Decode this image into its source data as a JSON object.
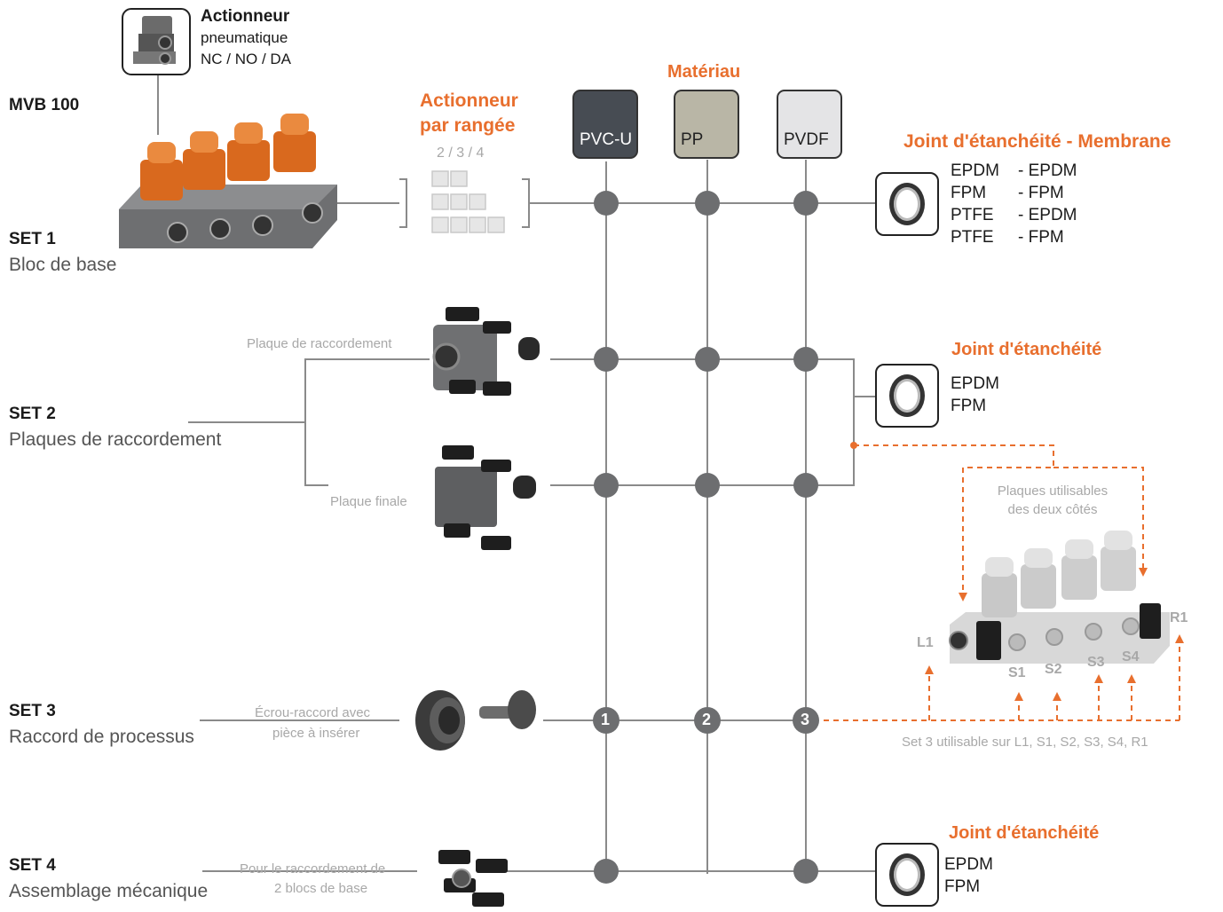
{
  "header": {
    "product": "MVB 100",
    "actuator_title": "Actionneur",
    "actuator_sub1": "pneumatique",
    "actuator_sub2": "NC / NO / DA"
  },
  "actuator_row": {
    "title_line1": "Actionneur",
    "title_line2": "par rangée",
    "counts": "2 / 3 / 4"
  },
  "material": {
    "title": "Matériau",
    "options": [
      "PVC-U",
      "PP",
      "PVDF"
    ],
    "colors": [
      "#474c53",
      "#b9b6a6",
      "#e4e4e6"
    ]
  },
  "sets": [
    {
      "num": "SET 1",
      "name": "Bloc de base"
    },
    {
      "num": "SET 2",
      "name": "Plaques de raccordement"
    },
    {
      "num": "SET 3",
      "name": "Raccord de processus"
    },
    {
      "num": "SET 4",
      "name": "Assemblage mécanique"
    }
  ],
  "set2_parts": [
    "Plaque de raccordement",
    "Plaque finale"
  ],
  "set3_part": {
    "line1": "Écrou-raccord avec",
    "line2": "pièce à insérer"
  },
  "set4_part": {
    "line1": "Pour le raccordement de",
    "line2": "2 blocs de base"
  },
  "numbered_nodes": [
    "1",
    "2",
    "3"
  ],
  "seal_membrane": {
    "title": "Joint d'étanchéité - Membrane",
    "rows": [
      [
        "EPDM",
        "- EPDM"
      ],
      [
        "FPM",
        "- FPM"
      ],
      [
        "PTFE",
        "- EPDM"
      ],
      [
        "PTFE",
        "- FPM"
      ]
    ]
  },
  "seal_set2": {
    "title": "Joint d'étanchéité",
    "items": [
      "EPDM",
      "FPM"
    ]
  },
  "seal_set4": {
    "title": "Joint d'étanchéité",
    "items": [
      "EPDM",
      "FPM"
    ]
  },
  "usable_note": {
    "line1": "Plaques utilisables",
    "line2": "des deux côtés"
  },
  "ports": [
    "L1",
    "S1",
    "S2",
    "S3",
    "S4",
    "R1"
  ],
  "set3_note": "Set 3 utilisable sur L1, S1, S2, S3, S4, R1",
  "accent": "#e86f2e"
}
